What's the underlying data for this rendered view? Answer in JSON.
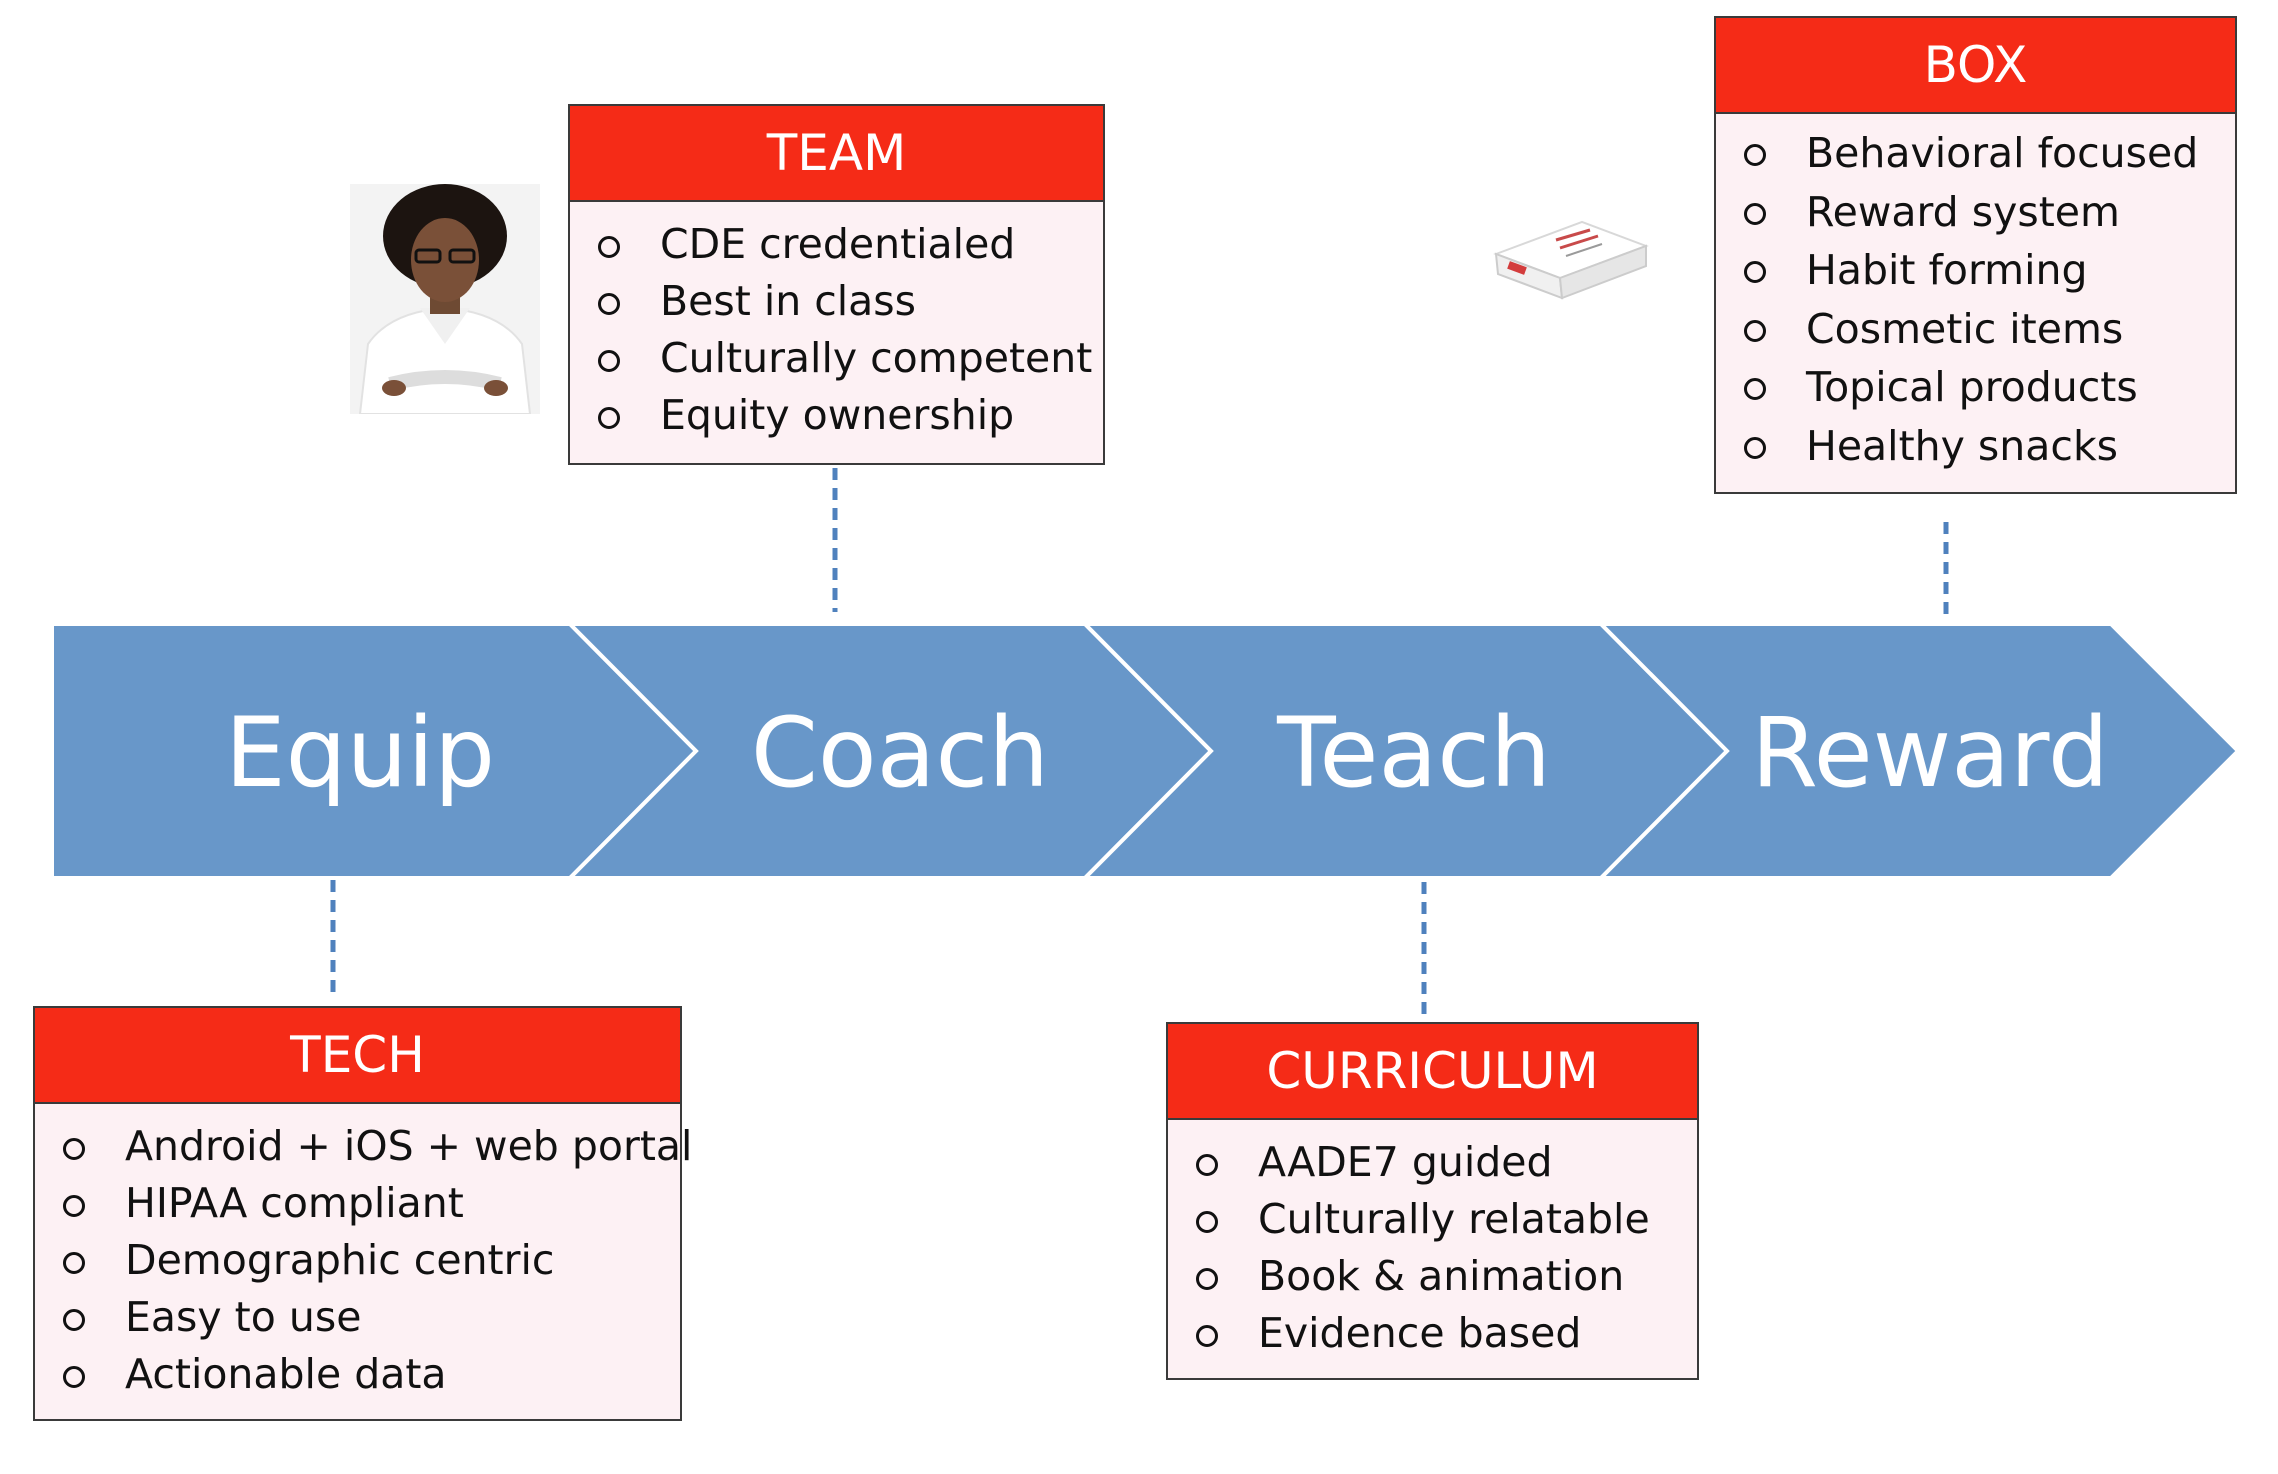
{
  "steps": [
    "Equip",
    "Coach",
    "Teach",
    "Reward"
  ],
  "team": {
    "title": "TEAM",
    "items": [
      "CDE credentialed",
      "Best in class",
      "Culturally competent",
      "Equity ownership"
    ]
  },
  "box": {
    "title": "BOX",
    "items": [
      "Behavioral focused",
      "Reward system",
      "Habit forming",
      "Cosmetic items",
      "Topical products",
      "Healthy snacks"
    ]
  },
  "tech": {
    "title": "TECH",
    "items": [
      "Android + iOS + web portal",
      "HIPAA compliant",
      "Demographic centric",
      "Easy to use",
      "Actionable data"
    ]
  },
  "curriculum": {
    "title": "CURRICULUM",
    "items": [
      "AADE7 guided",
      "Culturally relatable",
      "Book & animation",
      "Evidence based"
    ]
  },
  "colors": {
    "header_red": "#f52b17",
    "chevron_blue": "#6897c9",
    "connector_blue": "#4f81bd",
    "box_fill": "#fdf1f4"
  },
  "images": {
    "avatar": "woman-portrait",
    "product": "product-box"
  }
}
